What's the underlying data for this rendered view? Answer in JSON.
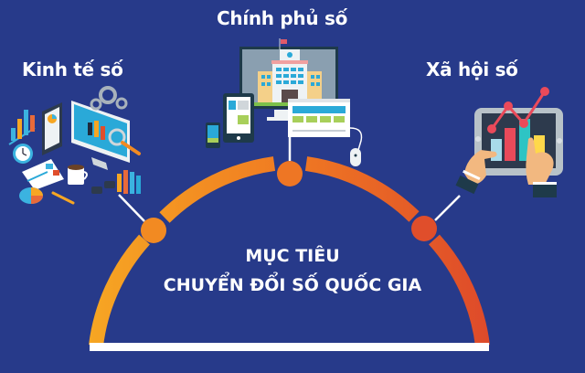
{
  "diagram": {
    "title_line1": "MỤC TIÊU",
    "title_line2": "CHUYỂN ĐỔI SỐ QUỐC GIA",
    "pillars": [
      {
        "label": "Kinh tế số",
        "icon": "business-analytics-illustration"
      },
      {
        "label": "Chính phủ số",
        "icon": "government-building-devices-illustration"
      },
      {
        "label": "Xã hội số",
        "icon": "tablet-chart-hands-illustration"
      }
    ]
  },
  "colors": {
    "background": "#273a8a",
    "arc_start": "#f6a623",
    "arc_mid": "#f07a22",
    "arc_end": "#de4a2a",
    "node_left": "#f28a22",
    "node_top": "#ee7624",
    "node_right": "#e04e2b",
    "base_bar": "#ffffff",
    "text": "#ffffff"
  }
}
